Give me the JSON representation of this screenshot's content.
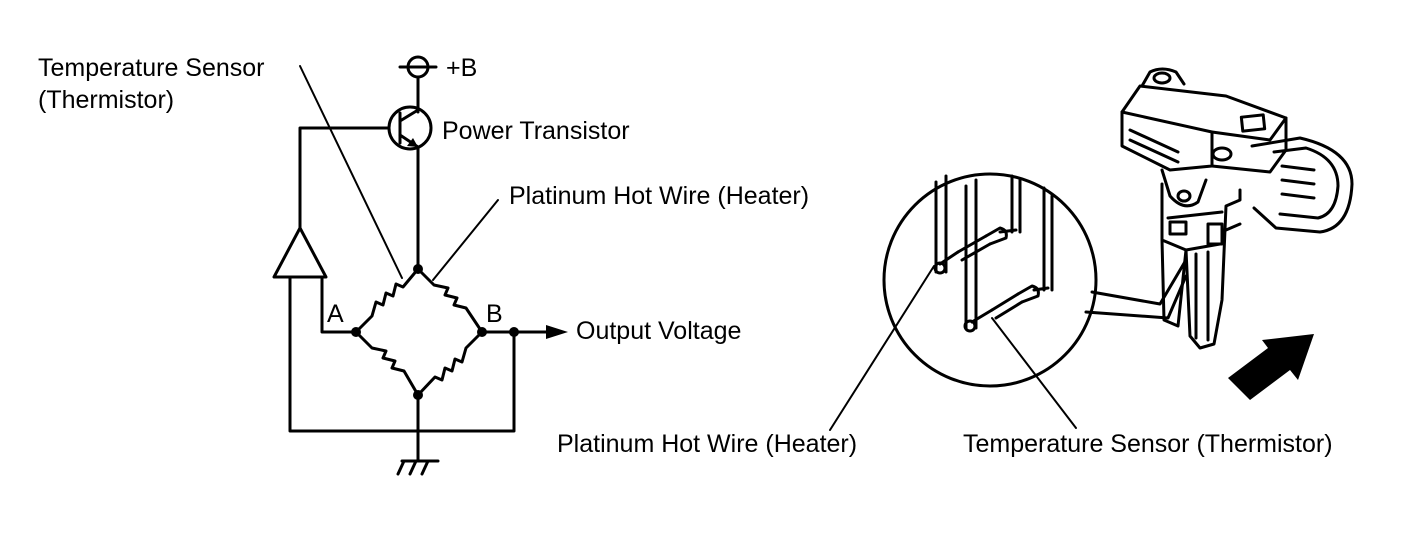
{
  "circuit": {
    "temp_sensor_line1": "Temperature Sensor",
    "temp_sensor_line2": "(Thermistor)",
    "supply": "+B",
    "power_transistor": "Power Transistor",
    "hot_wire": "Platinum Hot Wire (Heater)",
    "node_a": "A",
    "node_b": "B",
    "output": "Output Voltage"
  },
  "sensor": {
    "hot_wire": "Platinum Hot Wire (Heater)",
    "temp_sensor": "Temperature Sensor (Thermistor)"
  }
}
